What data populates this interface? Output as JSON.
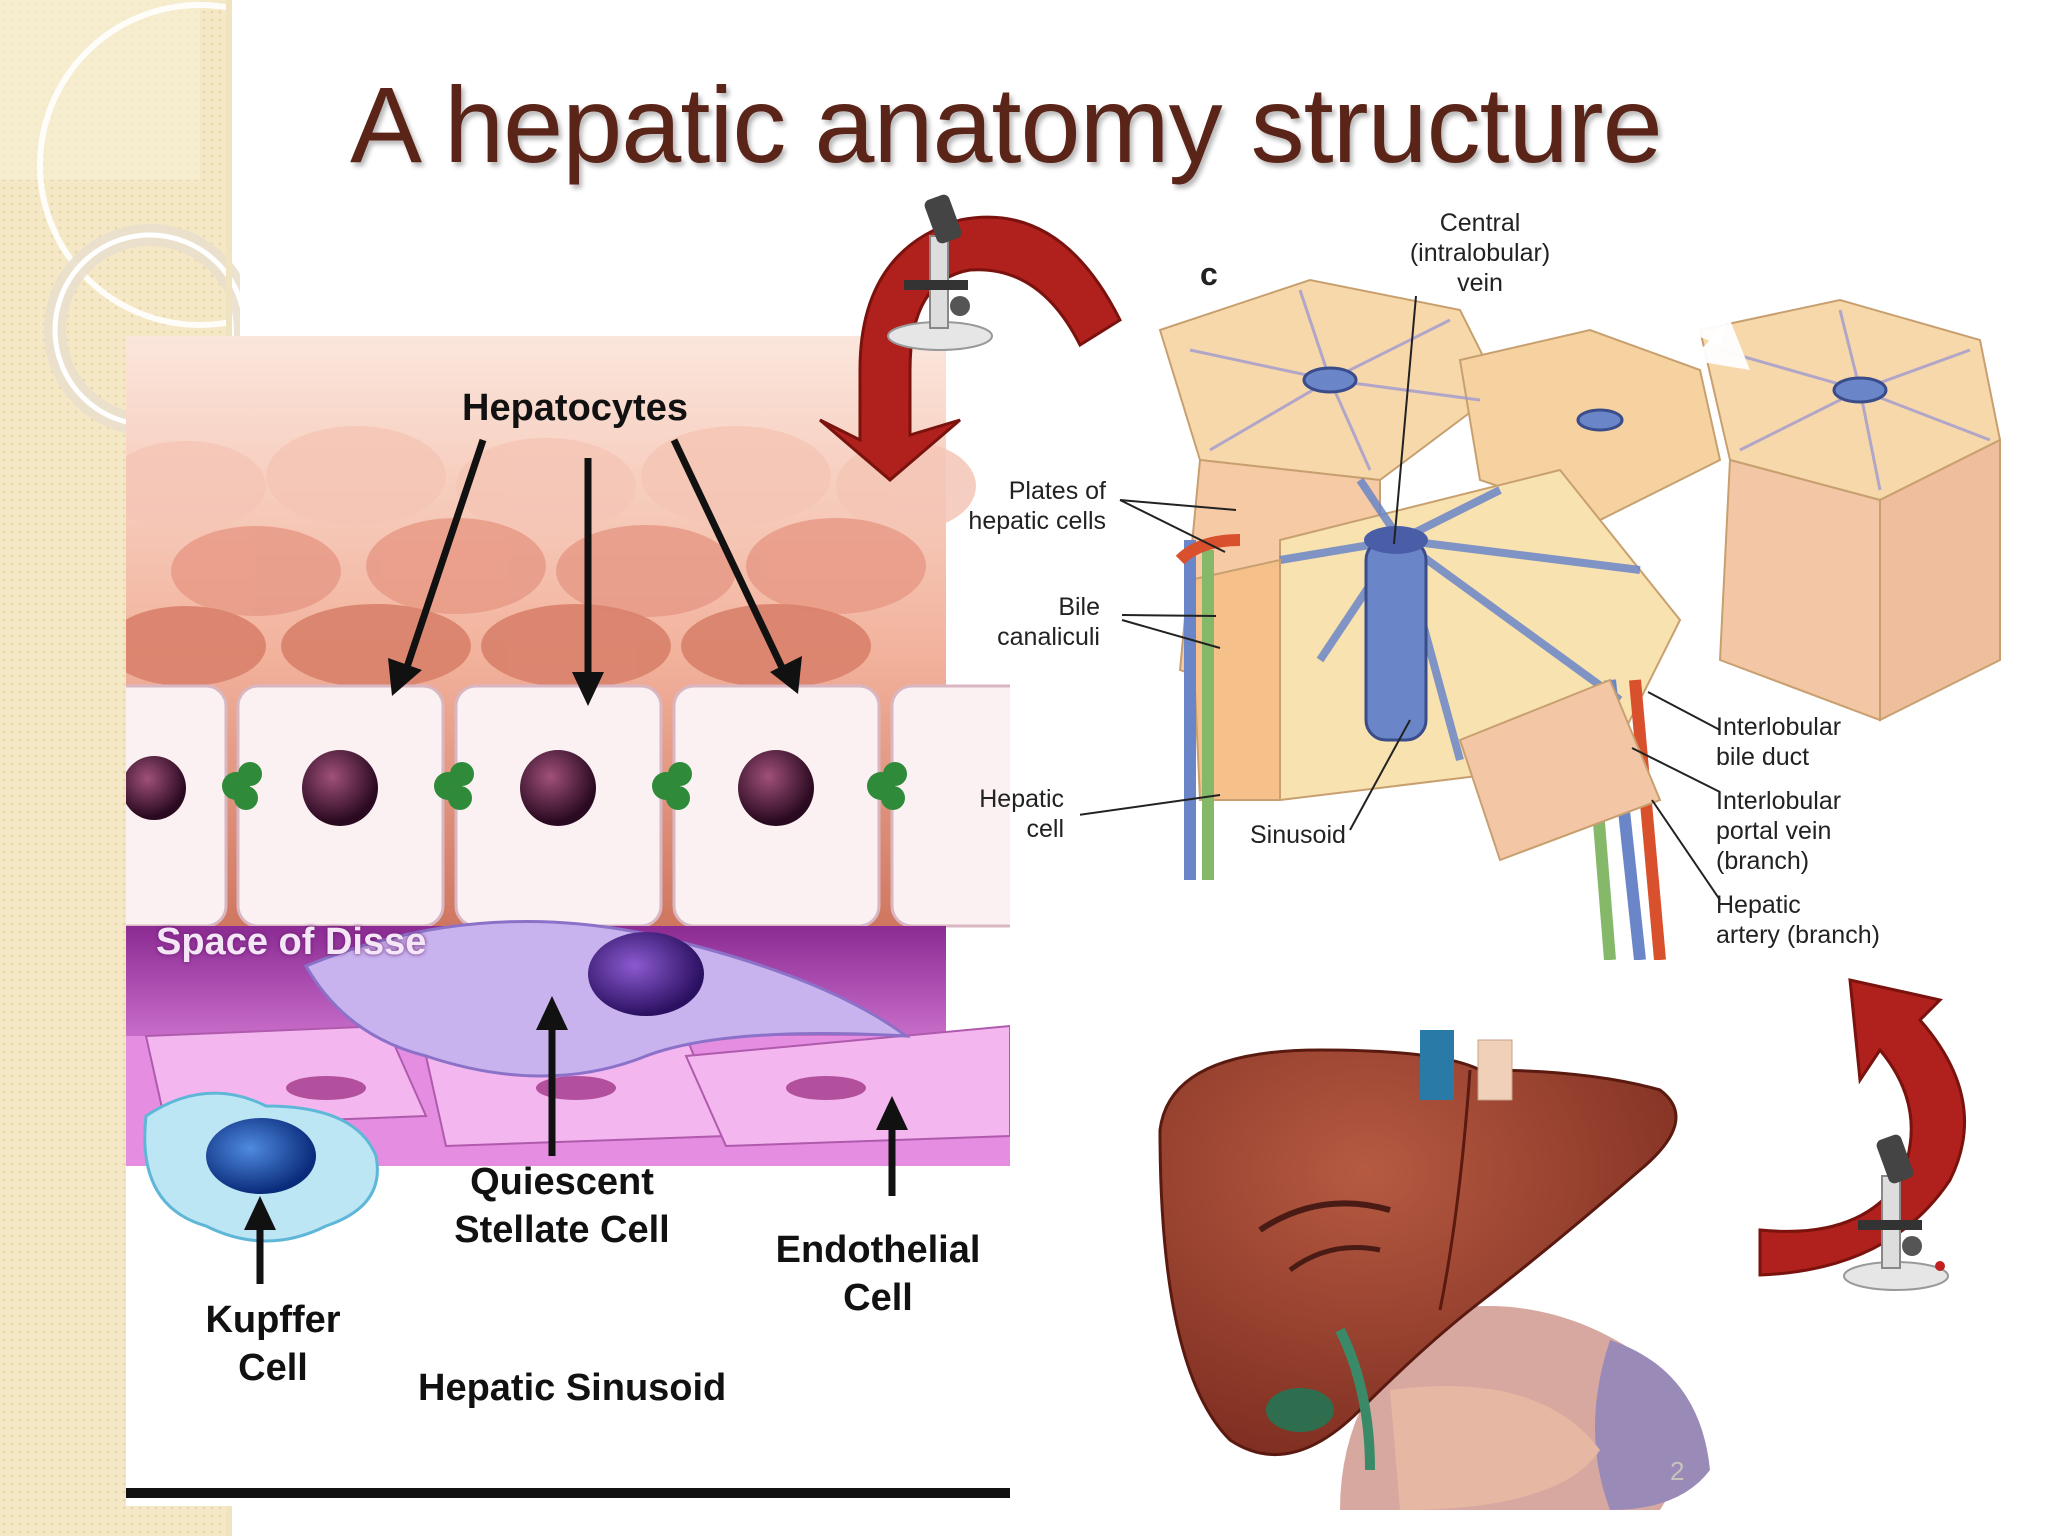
{
  "slide": {
    "title": "A  hepatic anatomy structure",
    "page_number": "2"
  },
  "sinusoid_figure": {
    "hepatocytes": "Hepatocytes",
    "space_of_disse": "Space of Disse",
    "quiescent_stellate_cell": [
      "Quiescent",
      "Stellate Cell"
    ],
    "endothelial_cell": [
      "Endothelial",
      "Cell"
    ],
    "kupffer_cell": [
      "Kupffer",
      "Cell"
    ],
    "hepatic_sinusoid": "Hepatic Sinusoid"
  },
  "lobule_figure": {
    "panel_letter": "c",
    "central_vein": [
      "Central",
      "(intralobular)",
      "vein"
    ],
    "plates": [
      "Plates of",
      "hepatic cells"
    ],
    "bile_canaliculi": [
      "Bile",
      "canaliculi"
    ],
    "hepatic_cell": [
      "Hepatic",
      "cell"
    ],
    "sinusoid": "Sinusoid",
    "interlobular_bile_duct": [
      "Interlobular",
      "bile duct"
    ],
    "interlobular_portal_vein": [
      "Interlobular",
      "portal vein",
      "(branch)"
    ],
    "hepatic_artery": [
      "Hepatic",
      "artery (branch)"
    ]
  },
  "colors": {
    "title": "#5a2418",
    "arrow_red": "#b0201c",
    "sidebar": "#f3e6c4"
  }
}
